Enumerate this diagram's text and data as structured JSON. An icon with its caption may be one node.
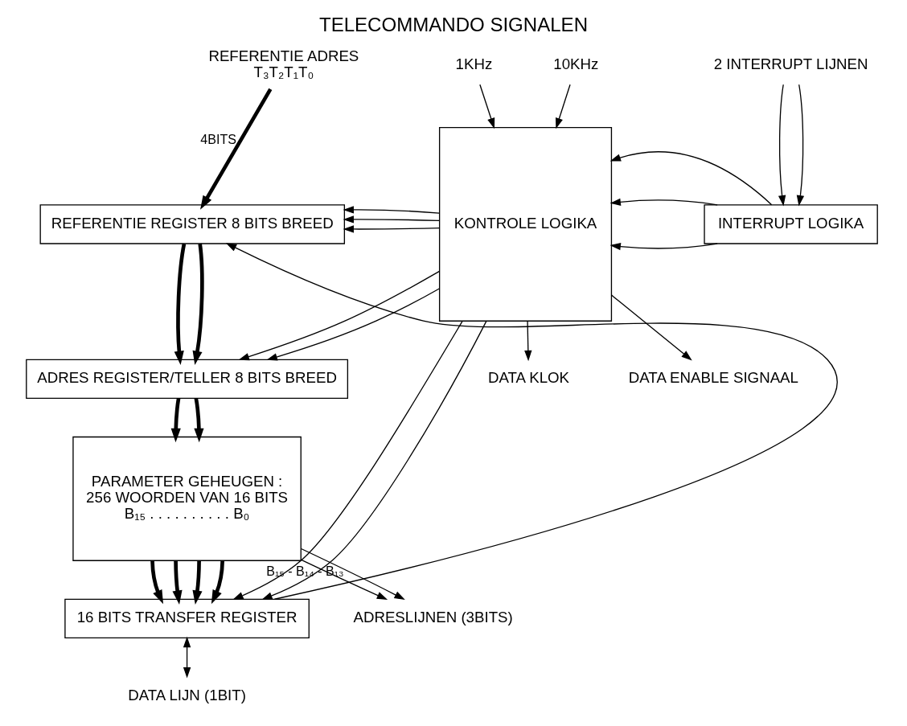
{
  "diagram": {
    "title": "TELECOMMANDO SIGNALEN",
    "nodes": [
      {
        "text": [
          "REFERENTIE REGISTER 8 BITS BREED"
        ]
      },
      {
        "text": [
          "ADRES REGISTER/TELLER 8 BITS BREED"
        ]
      },
      {
        "text": [
          "PARAMETER GEHEUGEN :",
          "256 WOORDEN VAN 16 BITS",
          "B₁₅ . . . . . . . . . . B₀"
        ]
      },
      {
        "text": [
          "16 BITS TRANSFER REGISTER"
        ]
      },
      {
        "text": [
          "KONTROLE LOGIKA"
        ]
      },
      {
        "text": [
          "INTERRUPT LOGIKA"
        ]
      },
      {
        "text": [
          "REFERENTIE ADRES",
          "T₃T₂T₁T₀"
        ]
      },
      {
        "text": [
          "1KHz"
        ]
      },
      {
        "text": [
          "10KHz"
        ]
      },
      {
        "text": [
          "2 INTERRUPT LIJNEN"
        ]
      },
      {
        "text": [
          "DATA KLOK"
        ]
      },
      {
        "text": [
          "DATA ENABLE SIGNAAL"
        ]
      },
      {
        "text": [
          "DATA LIJN (1BIT)"
        ]
      },
      {
        "text": [
          "ADRESLIJNEN (3BITS)"
        ]
      }
    ],
    "edges": [
      {
        "from": 6,
        "to": 0,
        "arrow": "to",
        "label": "4BITS",
        "style": "thick"
      },
      {
        "from": 0,
        "to": 1,
        "arrow": "to",
        "style": "thick"
      },
      {
        "from": 0,
        "to": 1,
        "arrow": "to",
        "style": "thick"
      },
      {
        "from": 1,
        "to": 2,
        "arrow": "to",
        "style": "thick"
      },
      {
        "from": 1,
        "to": 2,
        "arrow": "to",
        "style": "thick"
      },
      {
        "from": 2,
        "to": 3,
        "arrow": "to",
        "style": "thick"
      },
      {
        "from": 2,
        "to": 3,
        "arrow": "to",
        "style": "thick"
      },
      {
        "from": 2,
        "to": 3,
        "arrow": "to",
        "style": "thick"
      },
      {
        "from": 2,
        "to": 3,
        "arrow": "to",
        "style": "thick"
      },
      {
        "from": 7,
        "to": 4,
        "arrow": "to"
      },
      {
        "from": 8,
        "to": 4,
        "arrow": "to"
      },
      {
        "from": 9,
        "to": 5,
        "arrow": "to"
      },
      {
        "from": 9,
        "to": 5,
        "arrow": "to"
      },
      {
        "from": 4,
        "to": 0,
        "arrow": "to"
      },
      {
        "from": 4,
        "to": 0,
        "arrow": "to"
      },
      {
        "from": 4,
        "to": 0,
        "arrow": "to"
      },
      {
        "from": 4,
        "to": 1,
        "arrow": "to"
      },
      {
        "from": 4,
        "to": 1,
        "arrow": "to"
      },
      {
        "from": 4,
        "to": 3,
        "arrow": "to"
      },
      {
        "from": 4,
        "to": 3,
        "arrow": "to"
      },
      {
        "from": 5,
        "to": 4,
        "arrow": "to"
      },
      {
        "from": 5,
        "to": 4,
        "arrow": "to"
      },
      {
        "from": 5,
        "to": 4,
        "arrow": "to"
      },
      {
        "from": 4,
        "to": 10,
        "arrow": "to"
      },
      {
        "from": 4,
        "to": 11,
        "arrow": "to"
      },
      {
        "from": 3,
        "to": 12,
        "arrow": "both"
      },
      {
        "from": 3,
        "to": 0,
        "arrow": "to"
      },
      {
        "from": 2,
        "to": 13,
        "arrow": "to",
        "label": "B₁₅ - B₁₄ - B₁₃"
      },
      {
        "from": 2,
        "to": 13,
        "arrow": "to"
      }
    ]
  }
}
